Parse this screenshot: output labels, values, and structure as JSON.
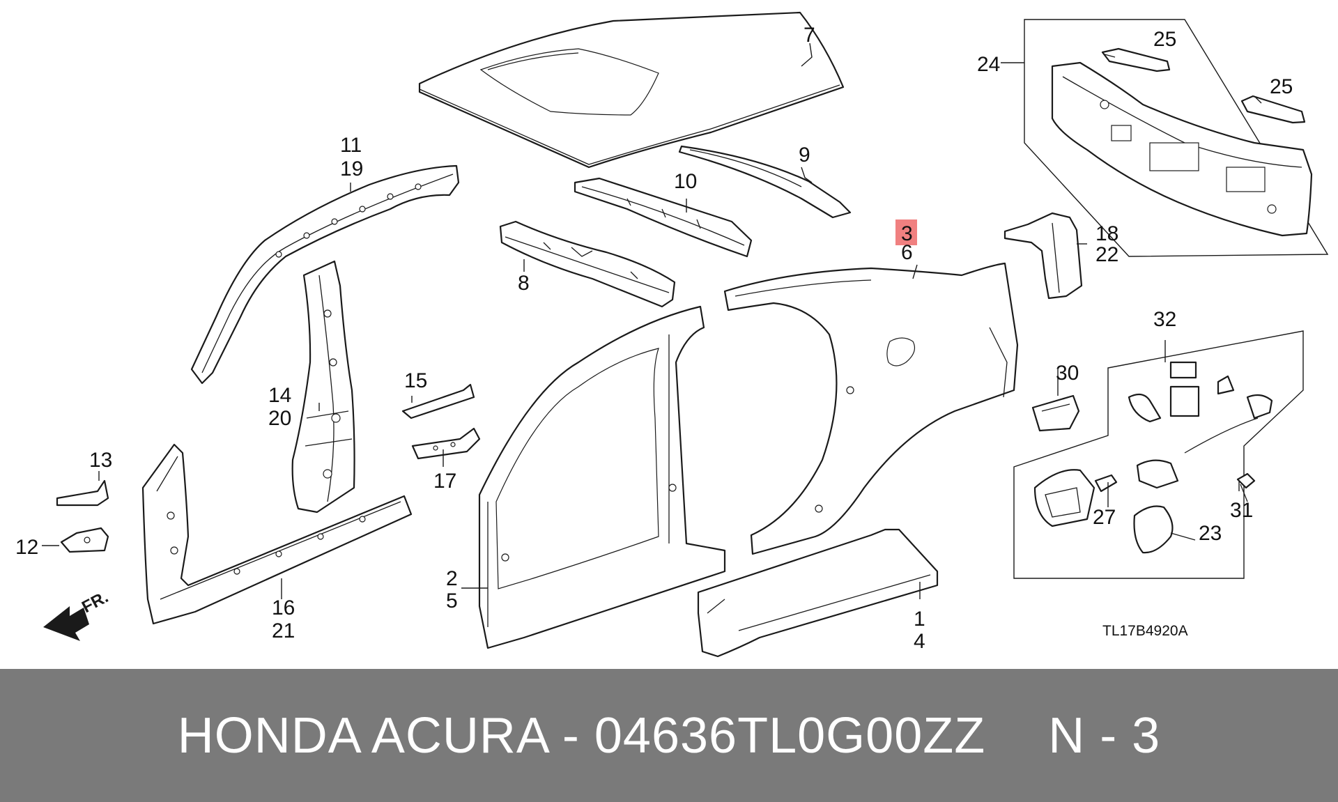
{
  "labels": {
    "p1": "1",
    "p2": "2",
    "p3": "3",
    "p4": "4",
    "p5": "5",
    "p6": "6",
    "p7": "7",
    "p8": "8",
    "p9": "9",
    "p10": "10",
    "p11": "11",
    "p12": "12",
    "p13": "13",
    "p14": "14",
    "p15": "15",
    "p16": "16",
    "p17": "17",
    "p18": "18",
    "p19": "19",
    "p20": "20",
    "p21": "21",
    "p22": "22",
    "p23": "23",
    "p24": "24",
    "p25a": "25",
    "p25b": "25",
    "p27": "27",
    "p30": "30",
    "p31": "31",
    "p32": "32"
  },
  "direction_label": "FR.",
  "diagram_ref": "TL17B4920A",
  "highlight_color": "#f08080",
  "footer": {
    "title": "HONDA ACURA - 04636TL0G00ZZ",
    "ref": "N - 3"
  }
}
